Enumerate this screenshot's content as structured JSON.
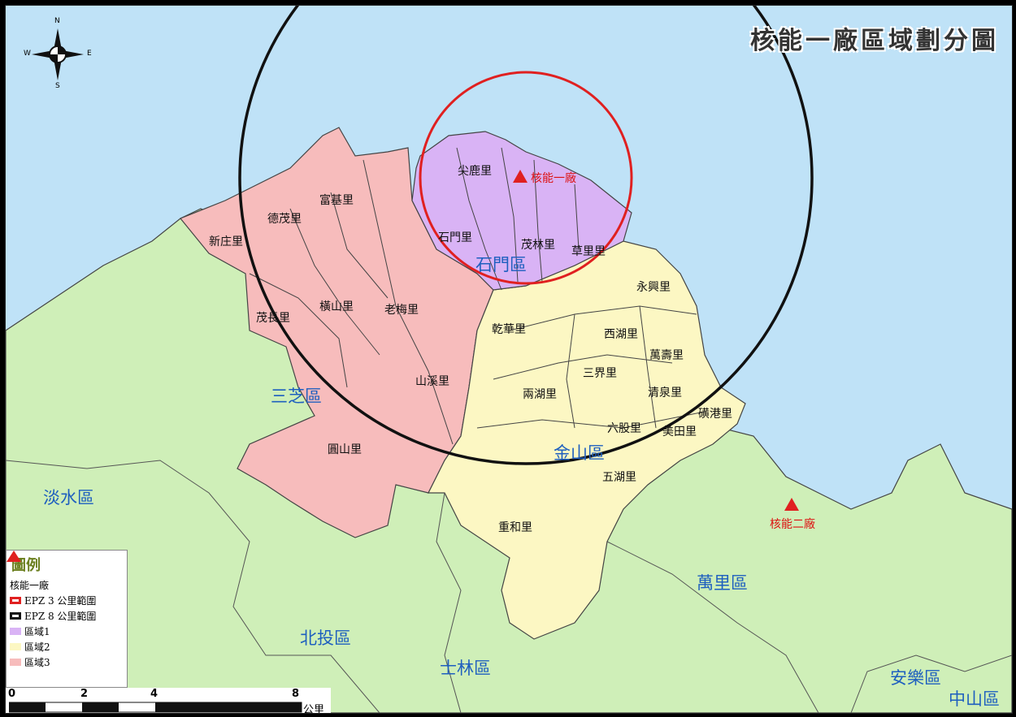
{
  "title": "核能一廠區域劃分圖",
  "compass": {
    "n": "N",
    "s": "S",
    "e": "E",
    "w": "W",
    "icon": "compass-rose-icon"
  },
  "districts": {
    "shimen": "石門區",
    "sanzhi": "三芝區",
    "jinshan": "金山區",
    "tamsui": "淡水區",
    "wanli": "萬里區",
    "beitou": "北投區",
    "shilin": "士林區",
    "anle": "安樂區",
    "zhongshan": "中山區"
  },
  "villages": {
    "jianlu": "尖鹿里",
    "shimen": "石門里",
    "maolin": "茂林里",
    "caoli": "草里里",
    "fuji": "富基里",
    "demao": "德茂里",
    "xinzhuang": "新庄里",
    "hengshan": "橫山里",
    "laomei": "老梅里",
    "maochang": "茂長里",
    "shanxi": "山溪里",
    "yuanshan": "圓山里",
    "qianhua": "乾華里",
    "yongxing": "永興里",
    "xihu": "西湖里",
    "wanshou": "萬壽里",
    "sanjie": "三界里",
    "lianghu": "兩湖里",
    "qingquan": "清泉里",
    "huanggang": "磺港里",
    "liugu": "六股里",
    "meitian": "美田里",
    "wuhu": "五湖里",
    "chonghe": "重和里"
  },
  "plants": {
    "first": "核能一廠",
    "second": "核能二廠",
    "color": "#e02020"
  },
  "legend": {
    "title": "圖例",
    "items": [
      {
        "label": "核能一廠"
      },
      {
        "label": "EPZ 3 公里範圍"
      },
      {
        "label": "EPZ 8 公里範圍"
      },
      {
        "label": "區域1"
      },
      {
        "label": "區域2"
      },
      {
        "label": "區域3"
      }
    ]
  },
  "zone_colors": {
    "zone1": "#d9b3f5",
    "zone2": "#fcf7c3",
    "zone3": "#f7bcbc",
    "other": "#cfefb8",
    "sea": "#bfe2f7"
  },
  "scale": {
    "ticks": [
      "0",
      "2",
      "4",
      "8"
    ],
    "unit": "公里"
  }
}
